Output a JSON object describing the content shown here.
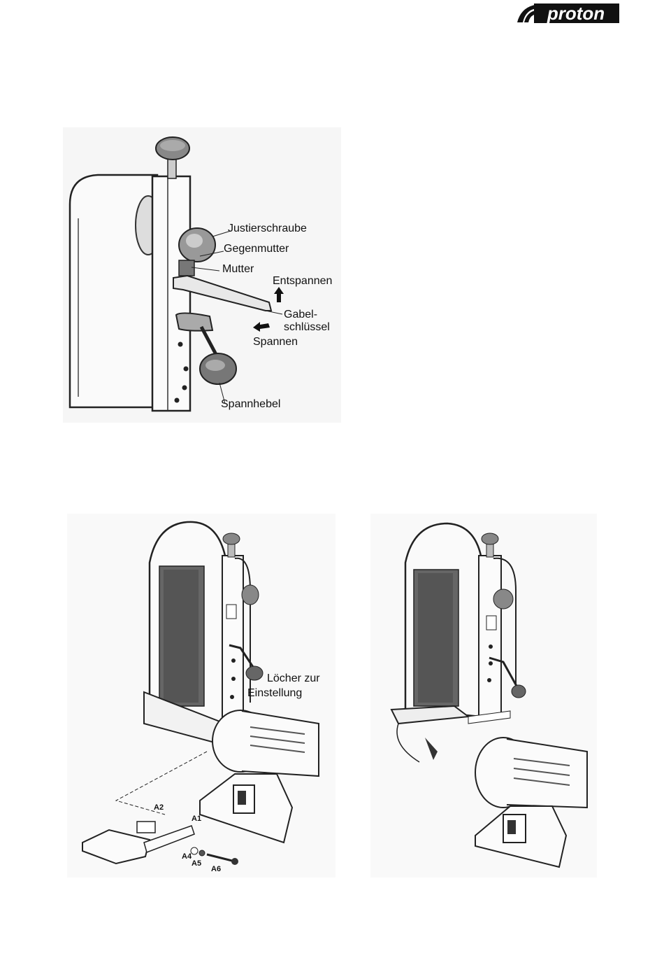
{
  "logo": {
    "text": "proton",
    "color": "#111111"
  },
  "figure1": {
    "labels": {
      "justierschraube": "Justierschraube",
      "gegenmutter": "Gegenmutter",
      "mutter": "Mutter",
      "entspannen": "Entspannen",
      "gabel1": "Gabel-",
      "gabel2": "schlüssel",
      "spannen": "Spannen",
      "spannhebel": "Spannhebel"
    }
  },
  "figure2": {
    "labels": {
      "loecher1": "Löcher zur",
      "loecher2": "Einstellung",
      "a1": "A1",
      "a2": "A2",
      "a4": "A4",
      "a5": "A5",
      "a6": "A6"
    }
  }
}
